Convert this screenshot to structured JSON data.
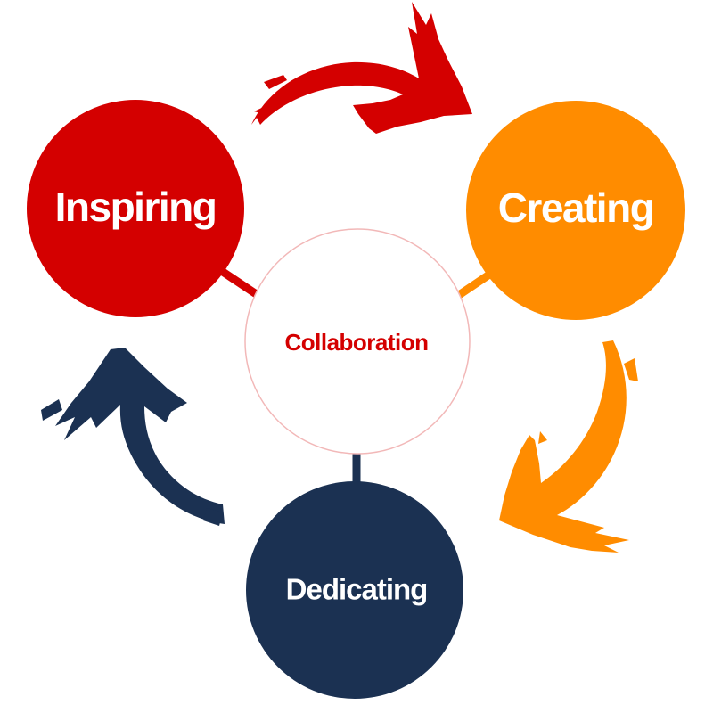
{
  "diagram": {
    "center": {
      "label": "Collaboration"
    },
    "nodes": [
      {
        "id": "inspiring",
        "label": "Inspiring"
      },
      {
        "id": "creating",
        "label": "Creating"
      },
      {
        "id": "dedicating",
        "label": "Dedicating"
      }
    ]
  },
  "colors": {
    "red": "#d40000",
    "orange": "#ff8c00",
    "navy": "#1b3152",
    "center_ring": "#f2b8b8",
    "center_text": "#d40000"
  }
}
